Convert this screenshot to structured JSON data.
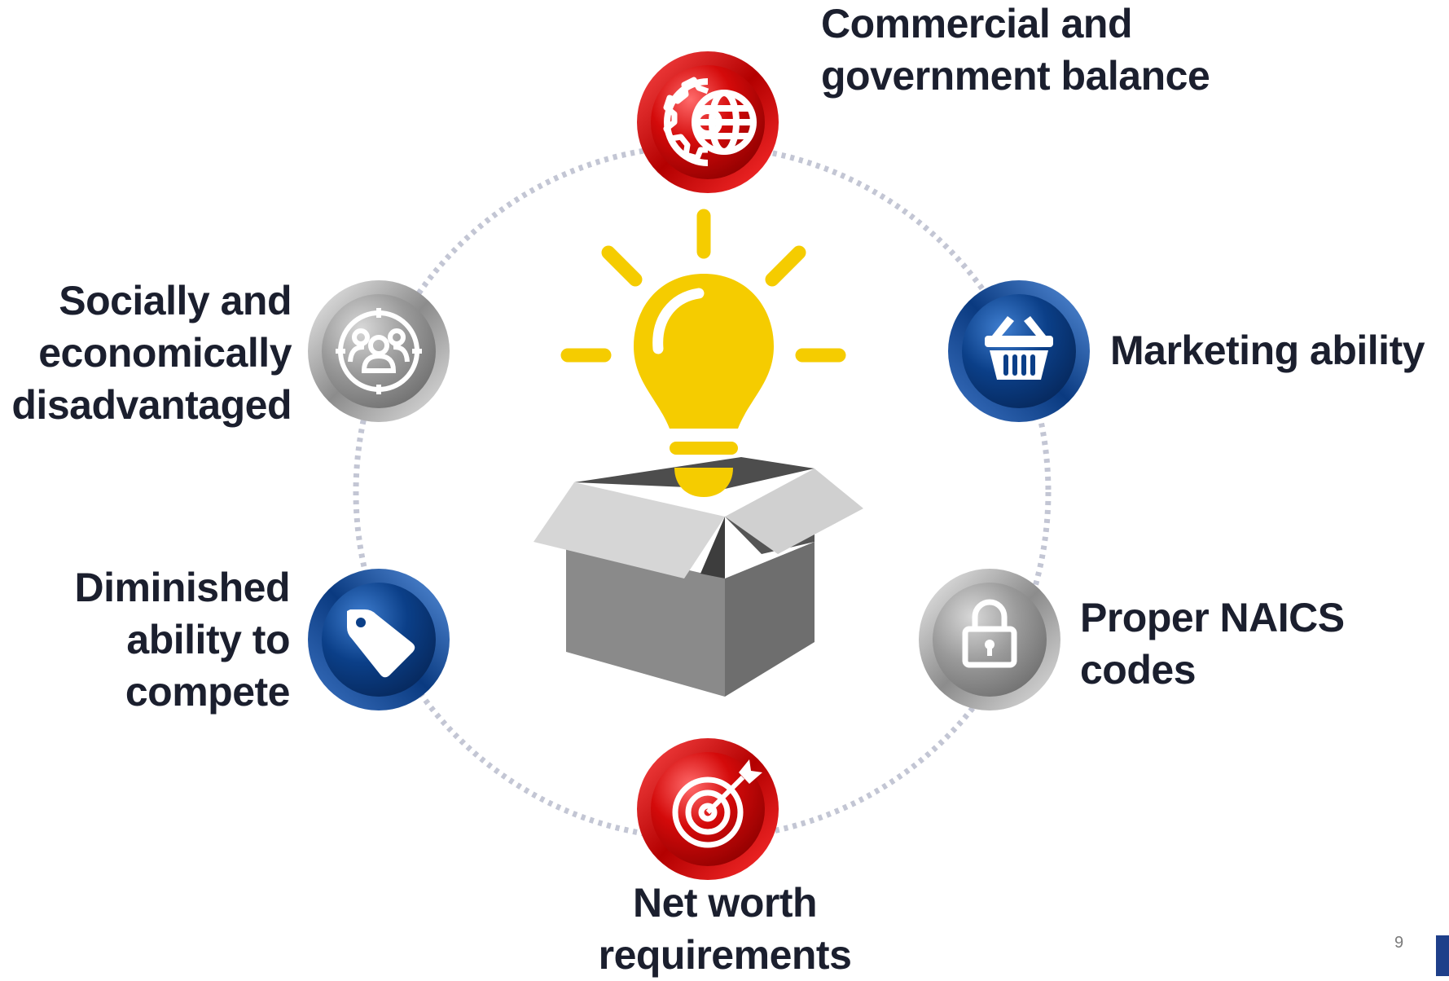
{
  "title": "",
  "nodes": [
    {
      "id": "commercial",
      "lines": [
        "Commercial and",
        "government balance"
      ],
      "icon": "globe-gear-icon",
      "ring_color": "#cc0000"
    },
    {
      "id": "marketing",
      "lines": [
        "Marketing ability"
      ],
      "icon": "shopping-basket-icon",
      "ring_color": "#0b3f88"
    },
    {
      "id": "naics",
      "lines": [
        "Proper NAICS",
        "codes"
      ],
      "icon": "padlock-icon",
      "ring_color": "#9a9a9a"
    },
    {
      "id": "net-worth",
      "lines": [
        "Net worth",
        "requirements"
      ],
      "icon": "target-arrow-icon",
      "ring_color": "#cc0000"
    },
    {
      "id": "compete",
      "lines": [
        "Diminished",
        "ability to",
        "compete"
      ],
      "icon": "price-tag-icon",
      "ring_color": "#0b3f88"
    },
    {
      "id": "disadvantaged",
      "lines": [
        "Socially and",
        "economically",
        "disadvantaged"
      ],
      "icon": "people-group-icon",
      "ring_color": "#9a9a9a"
    }
  ],
  "center_graphic": {
    "icon": "lightbulb-in-box-icon",
    "bulb_color": "#f5cc00",
    "box_color": "#8a8a8a"
  },
  "ring_dash_color": "#c3c6d4",
  "page_number": "9",
  "accent_bar_color": "#1e3f8a"
}
